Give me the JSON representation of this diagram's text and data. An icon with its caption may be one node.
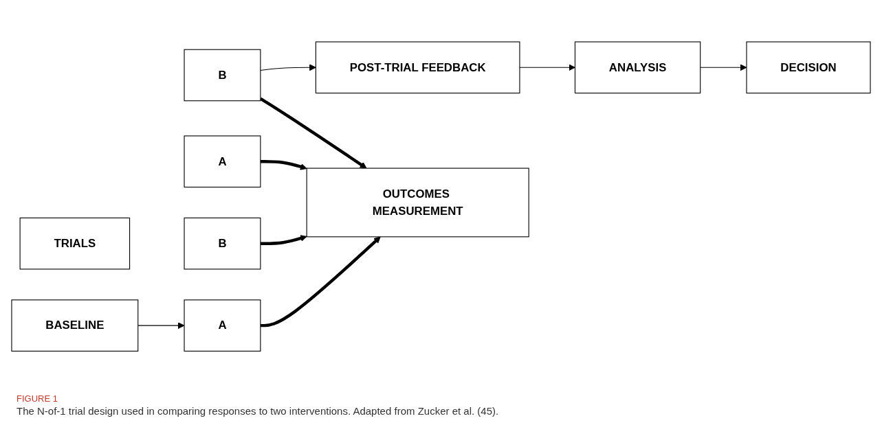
{
  "diagram": {
    "caption": "The N-of-1 trial design used in comparing responses to two interventions. Adapted from Zucker et al. (45).",
    "nodes": [
      {
        "text": [
          "TRIALS"
        ]
      },
      {
        "text": [
          "A"
        ]
      },
      {
        "text": [
          "B"
        ]
      },
      {
        "text": [
          "A"
        ]
      },
      {
        "text": [
          "B"
        ]
      },
      {
        "text": [
          "BASELINE"
        ]
      },
      {
        "text": [
          "POST-TRIAL FEEDBACK"
        ]
      },
      {
        "text": [
          "ANALYSIS"
        ]
      },
      {
        "text": [
          "DECISION"
        ]
      },
      {
        "text": [
          "OUTCOMES MEASUREMENT"
        ]
      }
    ],
    "edges": [
      {
        "from": 5,
        "to": 1,
        "arrow": "to"
      },
      {
        "from": 4,
        "to": 6,
        "arrow": "to"
      },
      {
        "from": 6,
        "to": 7,
        "arrow": "to"
      },
      {
        "from": 7,
        "to": 8,
        "arrow": "to"
      },
      {
        "from": 1,
        "to": 9,
        "arrow": "to",
        "style": "thick"
      },
      {
        "from": 2,
        "to": 9,
        "arrow": "to",
        "style": "thick"
      },
      {
        "from": 3,
        "to": 9,
        "arrow": "to",
        "style": "thick"
      },
      {
        "from": 4,
        "to": 9,
        "arrow": "to",
        "style": "thick"
      }
    ],
    "labels": [
      "FIGURE 1"
    ]
  }
}
